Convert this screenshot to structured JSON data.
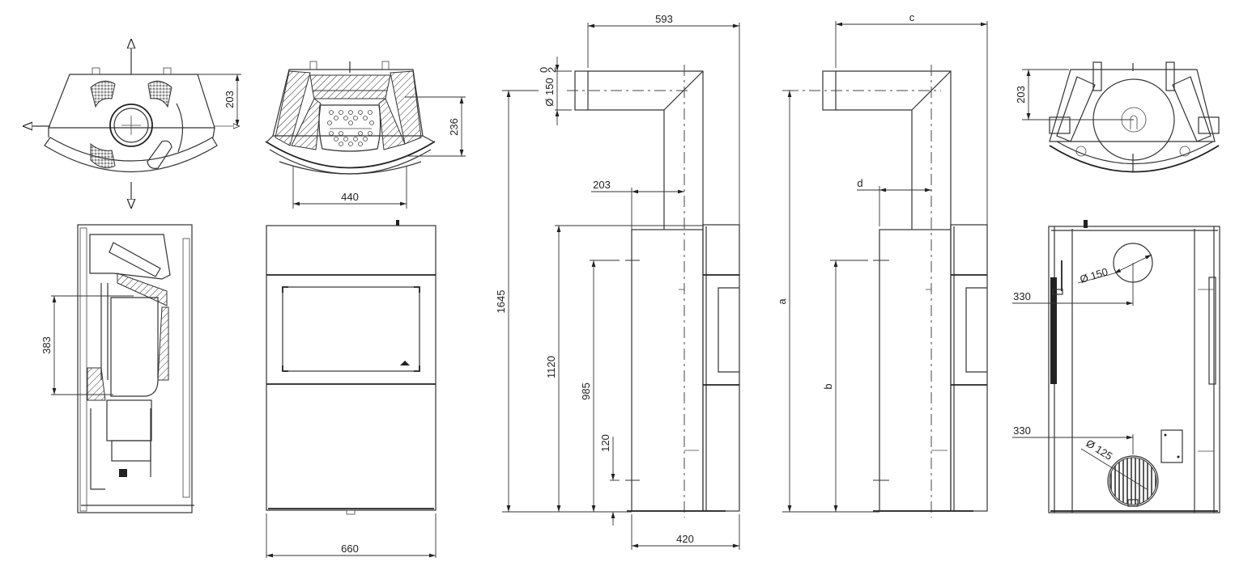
{
  "drawing": {
    "type": "technical dimension drawing",
    "subject": "pellet stove — top, front, side and rear views",
    "units": "mm"
  },
  "views": {
    "top_view_outline": {
      "dim_flue_offset": "203"
    },
    "top_view_section": {
      "dim_depth": "236",
      "dim_width": "440"
    },
    "section_side": {
      "dim_firebox_height": "383"
    },
    "front_view": {
      "dim_width": "660"
    },
    "side_view_numeric": {
      "dim_flue_horizontal": "593",
      "dim_flue_diameter": "Ø 150",
      "dim_flue_tolerance_upper": "0",
      "dim_flue_tolerance_lower": "2",
      "dim_flue_centre": "203",
      "dim_total_height": "1645",
      "dim_flue_connection_height": "1120",
      "dim_rear_flue_height": "985",
      "dim_air_inlet_height": "120",
      "dim_depth": "420"
    },
    "side_view_variable": {
      "dim_a": "a",
      "dim_b": "b",
      "dim_c": "c",
      "dim_d": "d"
    },
    "rear_top_view": {
      "dim_flue_offset": "203"
    },
    "rear_view": {
      "dim_upper_offset": "330",
      "dim_lower_offset": "330",
      "dim_flue_diameter": "Ø 150",
      "dim_air_diameter": "Ø 125"
    }
  },
  "colors": {
    "line": "#333333",
    "background": "#ffffff"
  }
}
